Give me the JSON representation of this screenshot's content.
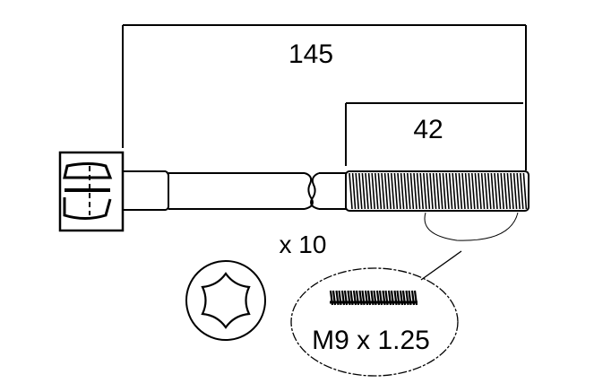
{
  "diagram": {
    "type": "technical-drawing",
    "subject": "torx head cylinder bolt",
    "dimensions": {
      "overall_length": "145",
      "thread_length": "42"
    },
    "quantity": "x 10",
    "thread_callout": "M9 x 1.25",
    "drive_type_icon": "torx-drive-icon",
    "colors": {
      "line": "#000000",
      "background": "#ffffff"
    }
  }
}
